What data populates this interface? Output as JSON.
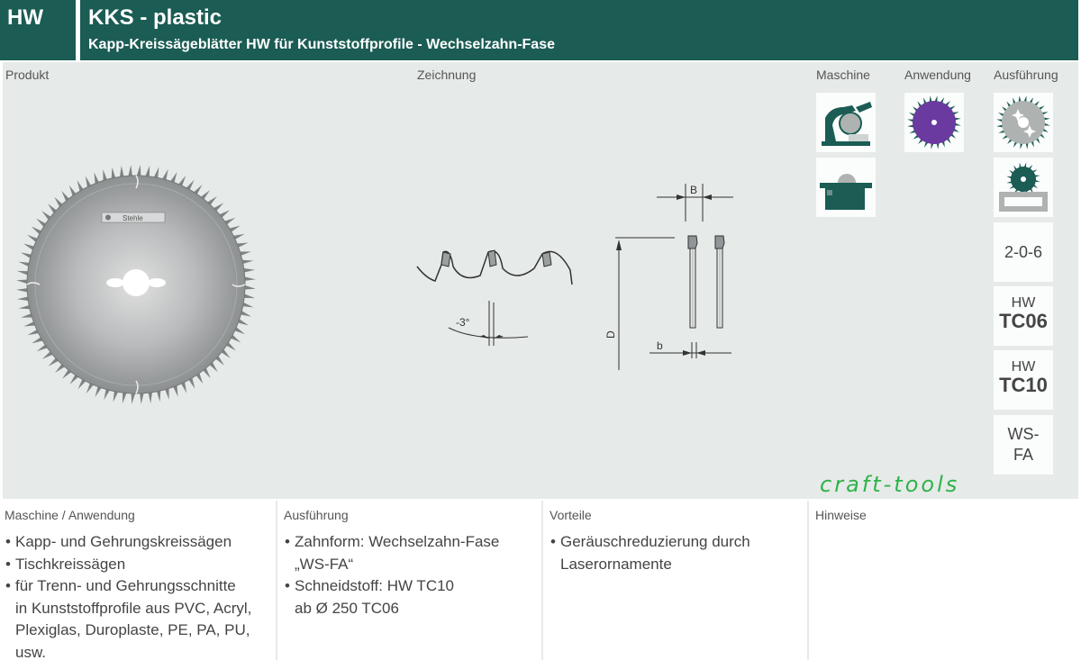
{
  "header": {
    "code": "HW",
    "title": "KKS - plastic",
    "subtitle": "Kapp-Kreissägeblätter HW für Kunststoffprofile - Wechselzahn-Fase"
  },
  "labels": {
    "produkt": "Produkt",
    "zeichnung": "Zeichnung",
    "maschine": "Maschine",
    "anwendung": "Anwendung",
    "ausfuehrung": "Ausführung"
  },
  "drawing": {
    "angle": "-3°",
    "dim_B": "B",
    "dim_b": "b",
    "dim_D": "D"
  },
  "blade": {
    "brand_label": "Stehle"
  },
  "tiles": {
    "icons": {
      "maschine_1": "miter-saw-icon",
      "maschine_2": "table-saw-icon",
      "anwendung_1": "purple-blade-icon",
      "ausfuehrung_1": "sparkle-blade-icon",
      "ausfuehrung_2": "blade-on-profile-icon"
    },
    "code_206": "2-0-6",
    "tc06_top": "HW",
    "tc06_bottom": "TC06",
    "tc10_top": "HW",
    "tc10_bottom": "TC10",
    "wsfa_line1": "WS-",
    "wsfa_line2": "FA"
  },
  "brand": "craft-tools",
  "colors": {
    "header_green": "#1b5c54",
    "panel_grey": "#e6eae8",
    "brand_green": "#2db34a",
    "application_purple": "#6a3aa0"
  },
  "bottom": {
    "maschine_anwendung": {
      "title": "Maschine / Anwendung",
      "items": [
        "Kapp- und Gehrungskreissägen",
        "Tischkreissägen",
        "für Trenn- und Gehrungsschnitte",
        "in Kunststoffprofile aus PVC, Acryl,",
        "Plexiglas, Duroplaste, PE, PA, PU,",
        "usw."
      ]
    },
    "ausfuehrung": {
      "title": "Ausführung",
      "items": [
        "Zahnform: Wechselzahn-Fase",
        "„WS-FA“",
        "Schneidstoff: HW TC10",
        "ab Ø 250 TC06"
      ]
    },
    "vorteile": {
      "title": "Vorteile",
      "items": [
        "Geräuschreduzierung durch",
        "Laserornamente"
      ]
    },
    "hinweise": {
      "title": "Hinweise"
    }
  }
}
